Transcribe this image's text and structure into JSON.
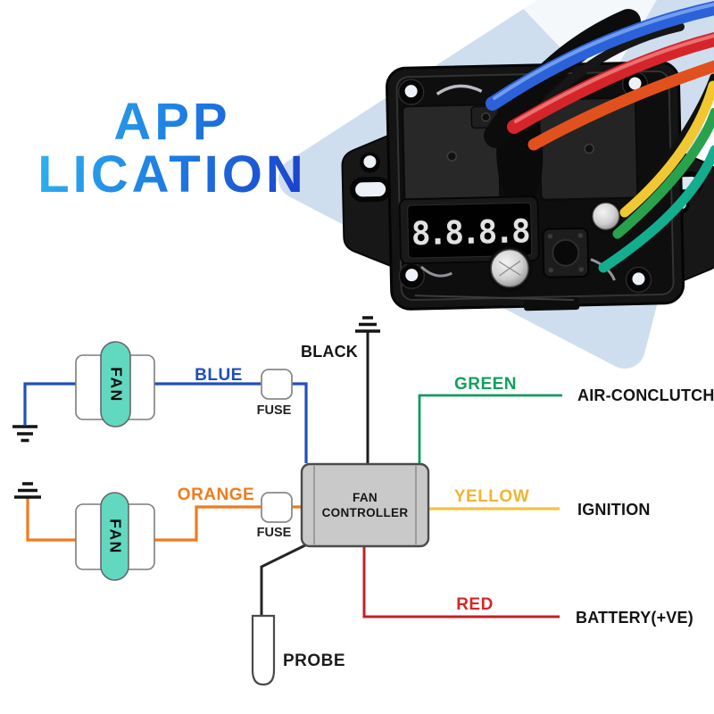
{
  "title": {
    "line1": "APP",
    "line2": "LICATION",
    "gradient_start": "#2fb4f0",
    "gradient_end": "#1b44cc"
  },
  "device": {
    "display_value": "8.8.8.8"
  },
  "diagram": {
    "fan1_label": "FAN",
    "fan2_label": "FAN",
    "fuse1_label": "FUSE",
    "fuse2_label": "FUSE",
    "controller": {
      "line1": "FAN",
      "line2": "CONTROLLER"
    },
    "probe_label": "PROBE",
    "fan_color": "#62d8c0",
    "wires": {
      "blue": {
        "label": "BLUE",
        "color": "#2050bb"
      },
      "orange": {
        "label": "ORANGE",
        "color": "#ef7b1e"
      },
      "black": {
        "label": "BLACK",
        "color": "#1d1d1d"
      },
      "green": {
        "label": "GREEN",
        "color": "#149a5e"
      },
      "yellow": {
        "label": "YELLOW",
        "color": "#f5c33c"
      },
      "red": {
        "label": "RED",
        "color": "#c32127"
      }
    },
    "terminals": {
      "air_clutch": "AIR-CONCLUTCH",
      "ignition": "IGNITION",
      "battery": "BATTERY(+VE)"
    }
  }
}
